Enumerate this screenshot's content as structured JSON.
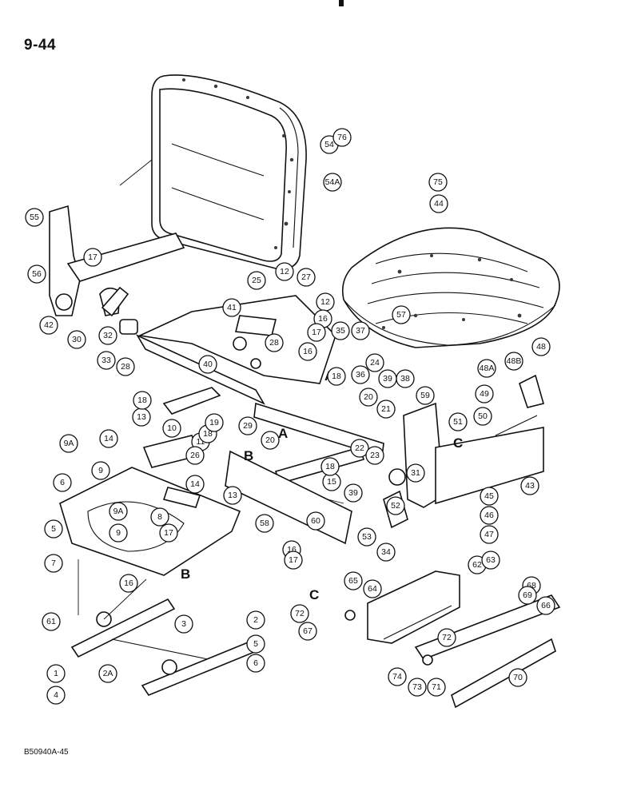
{
  "page": {
    "number": "9-44",
    "figure_code": "B50940A-45"
  },
  "callouts": [
    "1",
    "2",
    "2A",
    "3",
    "4",
    "5",
    "5",
    "6",
    "6",
    "7",
    "8",
    "9",
    "9",
    "9A",
    "9A",
    "10",
    "11",
    "12",
    "12",
    "13",
    "13",
    "14",
    "14",
    "15",
    "16",
    "16",
    "16",
    "16",
    "17",
    "17",
    "17",
    "17",
    "18",
    "18",
    "18",
    "18",
    "19",
    "20",
    "20",
    "21",
    "22",
    "23",
    "24",
    "25",
    "26",
    "27",
    "28",
    "28",
    "29",
    "30",
    "31",
    "32",
    "33",
    "34",
    "35",
    "36",
    "37",
    "38",
    "39",
    "39",
    "40",
    "41",
    "42",
    "43",
    "44",
    "45",
    "46",
    "47",
    "48",
    "48A",
    "48B",
    "49",
    "50",
    "51",
    "52",
    "53",
    "54",
    "54A",
    "55",
    "56",
    "57",
    "58",
    "59",
    "60",
    "61",
    "62",
    "63",
    "64",
    "65",
    "66",
    "67",
    "68",
    "69",
    "70",
    "71",
    "72",
    "72",
    "73",
    "74",
    "75",
    "76"
  ],
  "reference_letters": [
    "A",
    "A",
    "B",
    "B",
    "C",
    "C"
  ]
}
